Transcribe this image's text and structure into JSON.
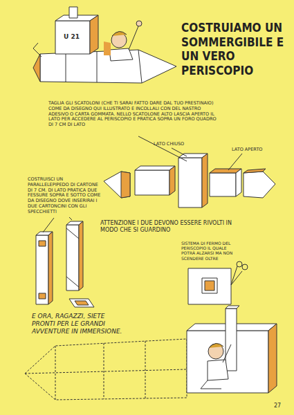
{
  "diagram": {
    "title": "COSTRUIAMO UN SOMMERGIBILE E UN VERO PERISCOPIO",
    "labels": [
      "U 21",
      "TAGLIA GLI SCATOLONI (CHE TI SARAI FATTO DARE DAL TUO PRESTINAIO) COME DA DISEGNO QUI ILLUSTRATO E INCOLLALI CON DEL NASTRO ADESIVO O CARTA GOMMATA. NELLO SCATOLONE ALTO LASCIA APERTO IL LATO PER ACCEDERE AL PERISCOPIO E PRATICA SOPRA UN FORO QUADRO DI 7 CM DI LATO",
      "LATO CHIUSO",
      "LATO APERTO",
      "COSTRUISCI UN PARALLELEPIPEDO DI CARTONE DI 7 CM. DI LATO PRATICA DUE FESSURE SOPRA E SOTTO COME DA DISEGNO DOVE INSERIRAI I DUE CARTONCINI CON GLI SPECCHIETTI",
      "ATTENZIONE I DUE DEVONO ESSERE RIVOLTI IN MODO CHE SI GUARDINO",
      "SISTEMA DI FERMO DEL PERISCOPIO IL QUALE POTRÀ ALZARSI MA NON SCENDERE OLTRE",
      "E ORA, RAGAZZI, SIETE PRONTI PER LE GRANDI AVVENTURE IN IMMERSIONE.",
      "27"
    ]
  }
}
